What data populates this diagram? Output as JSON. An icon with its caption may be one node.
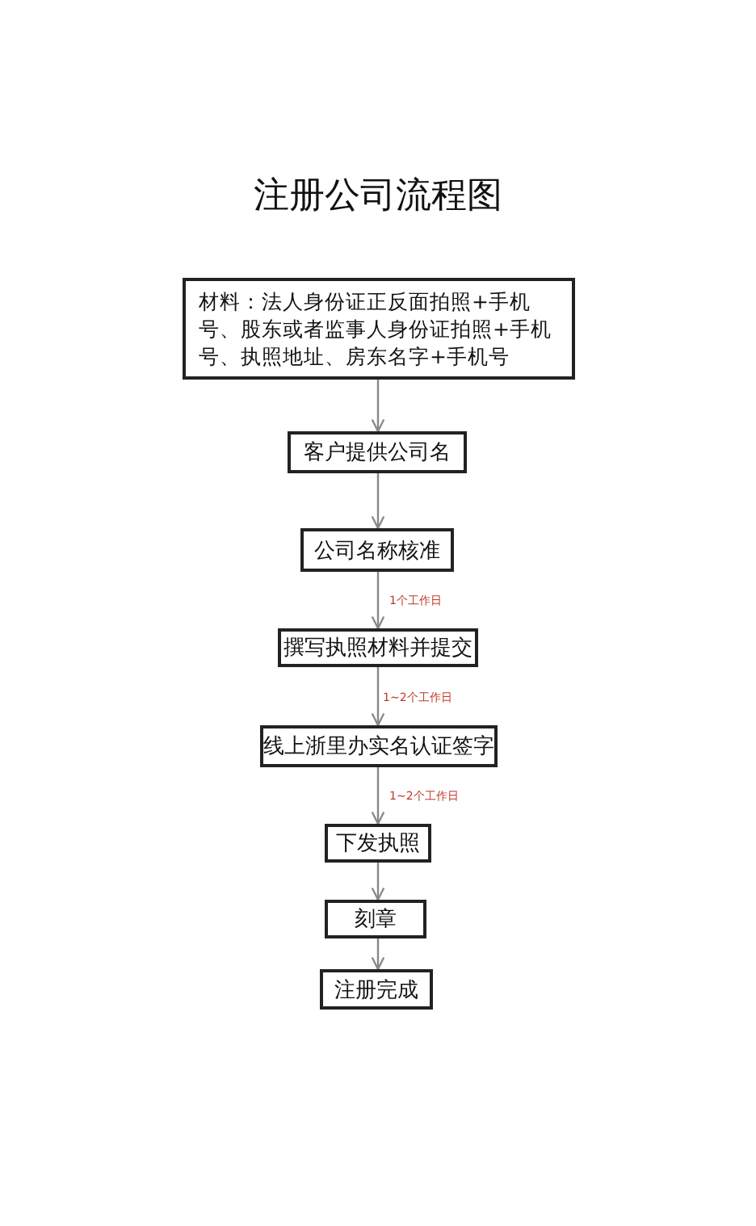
{
  "diagram": {
    "title": "注册公司流程图",
    "nodes": [
      {
        "text": [
          "材料：法人身份证正反面拍照+手机号、股东或者监事人身份证拍照+手机号、执照地址、房东名字+手机号"
        ]
      },
      {
        "text": [
          "客户提供公司名"
        ]
      },
      {
        "text": [
          "公司名称核准"
        ]
      },
      {
        "text": [
          "撰写执照材料并提交"
        ]
      },
      {
        "text": [
          "线上浙里办实名认证签字"
        ]
      },
      {
        "text": [
          "下发执照"
        ]
      },
      {
        "text": [
          "刻章"
        ]
      },
      {
        "text": [
          "注册完成"
        ]
      }
    ],
    "edges": [
      {
        "from": 0,
        "to": 1,
        "arrow": "to"
      },
      {
        "from": 1,
        "to": 2,
        "arrow": "to"
      },
      {
        "from": 2,
        "to": 3,
        "arrow": "to",
        "label": "1个工作日"
      },
      {
        "from": 3,
        "to": 4,
        "arrow": "to",
        "label": "1~2个工作日"
      },
      {
        "from": 4,
        "to": 5,
        "arrow": "to",
        "label": "1~2个工作日"
      },
      {
        "from": 5,
        "to": 6,
        "arrow": "to"
      },
      {
        "from": 6,
        "to": 7,
        "arrow": "to"
      }
    ]
  }
}
